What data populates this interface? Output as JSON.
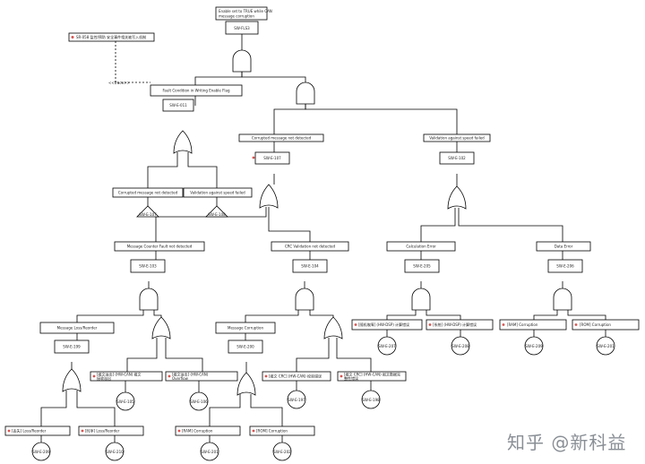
{
  "watermark": "知乎 @新科益",
  "top_event": {
    "line1": "Enable set to TRUE while CAN",
    "line2": "message corruption",
    "id": "SW-FLS3"
  },
  "annotation": {
    "text": "SR-058 监控/预防 安全事件相关被写入机制",
    "tag": "<<trace>>"
  },
  "l2_left": {
    "label": "Fault Condition in Writing Enable Flag",
    "id": "SW-E-011"
  },
  "l3_left_a": {
    "label": "Corrupted message not detected",
    "id": "SW-E-107"
  },
  "l3_left_b": {
    "label": "Validation against speed failed",
    "id": "SW-E-108"
  },
  "l2_mid": {
    "label": "Corrupted message not detected",
    "id": "SW-E-107"
  },
  "l2_right": {
    "label": "Validation against speed failed",
    "id": "SW-E-102"
  },
  "l3_mc": {
    "label": "Message Counter Fault not detected",
    "id": "SW-E-103"
  },
  "l3_crc": {
    "label": "CRC Validation not detected",
    "id": "SW-E-104"
  },
  "l3_calc": {
    "label": "Calculation Error",
    "id": "SW-E-205"
  },
  "l3_data": {
    "label": "Data Error",
    "id": "SW-E-206"
  },
  "l4_loss": {
    "label": "Message Loss/Reorder",
    "id": "SW-E-199"
  },
  "l4_mcorr": {
    "label": "Message Corruption",
    "id": "SW-E-200"
  },
  "b_calc1": {
    "label": "[随机故障] (HW-DSP) 计算错误",
    "id": "SW-E-207"
  },
  "b_calc2": {
    "label": "[系统] (HW-DSP) 计算错误",
    "id": "SW-E-208"
  },
  "b_data1": {
    "label": "[RAM] Corruption",
    "id": "SW-E-209"
  },
  "b_data2": {
    "label": "[ROM] Corruption",
    "id": "SW-E-201"
  },
  "b_or1": {
    "label": "[报文溢出] (HW-CAN) 报文",
    "label2": "接收溢出",
    "id": "SW-E-105"
  },
  "b_or2": {
    "label": "[报文溢出] (HW-CAN)",
    "label2": "Overflow",
    "id": "SW-E-106"
  },
  "b_crc1": {
    "label": "[报文 CRC] (HW-CAN) 校验错误",
    "id": "SW-E-197"
  },
  "b_crc2": {
    "label": "[报文 CRC] (HW-CAN) 报文数据完",
    "label2": "整性错误",
    "id": "SW-E-198"
  },
  "b_loss1": {
    "label": "[丢失] Loss/Reorder",
    "id": "SW-E-209"
  },
  "b_loss2": {
    "label": "[时序] Loss/Reorder",
    "id": "SW-E-210"
  },
  "b_mc1": {
    "label": "[RAM] Corruption",
    "id": "SW-E-201"
  },
  "b_mc2": {
    "label": "[ROM] Corruption",
    "id": "SW-E-202"
  }
}
